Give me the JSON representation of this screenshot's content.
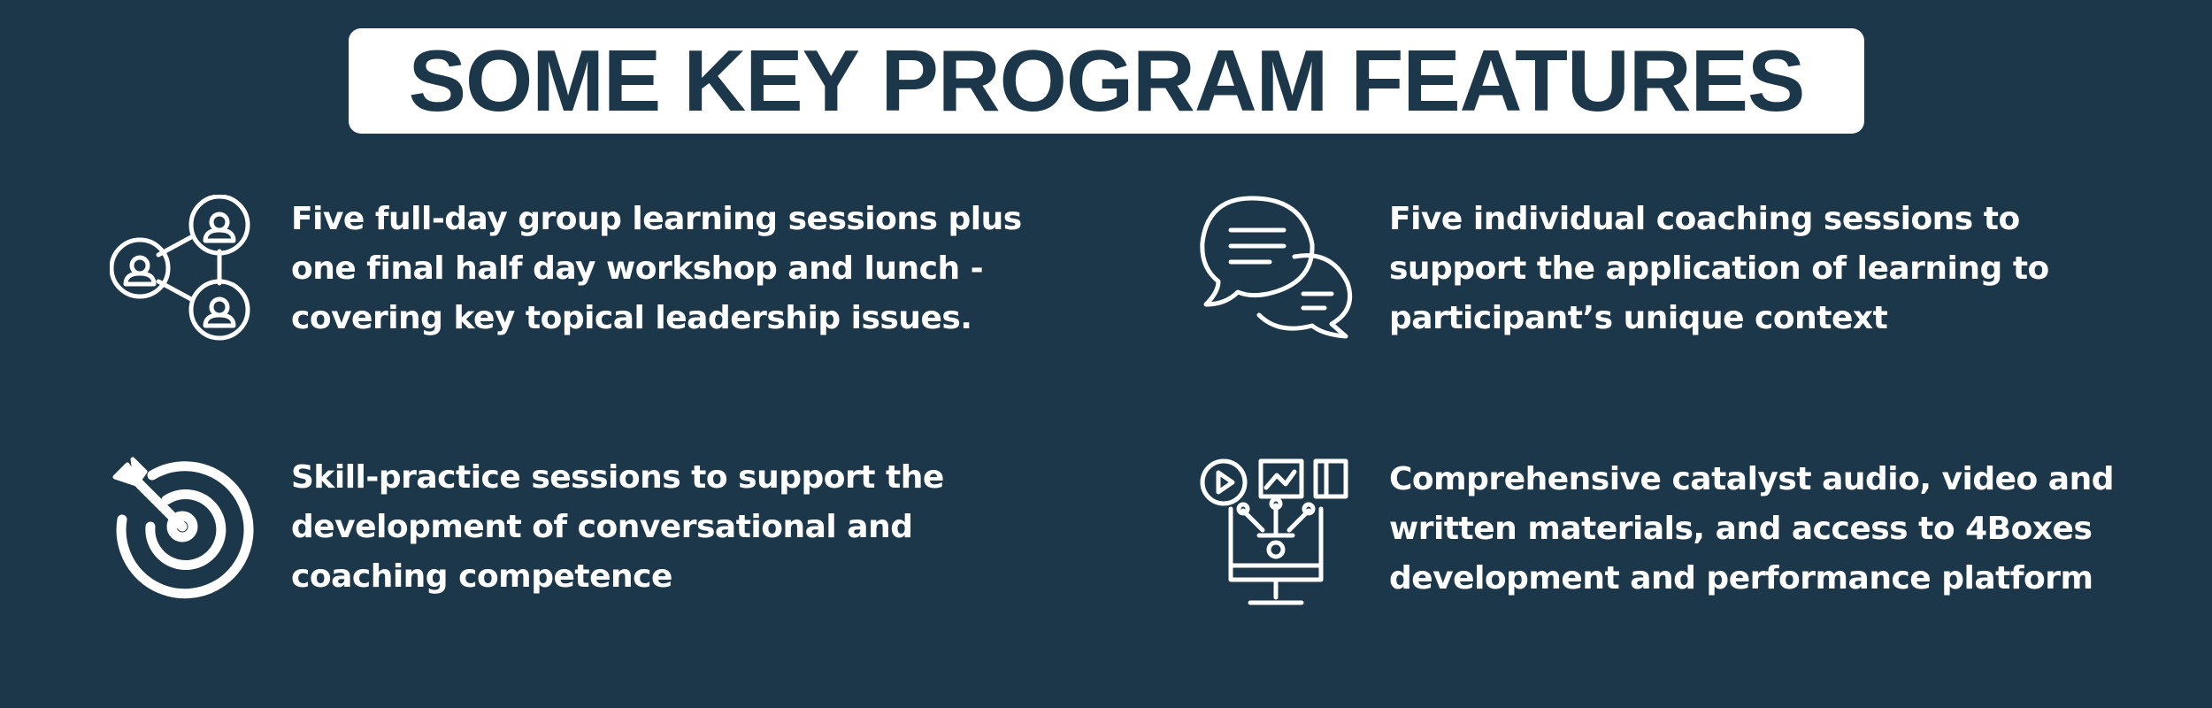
{
  "title": "SOME KEY PROGRAM FEATURES",
  "colors": {
    "background": "#1c3749",
    "title_box": "#ffffff",
    "title_text": "#1c3749",
    "text": "#ffffff"
  },
  "features": [
    {
      "icon": "network-people-icon",
      "lines": [
        "Five full-day group learning sessions plus",
        "one final half day workshop and lunch -",
        "covering key topical leadership issues."
      ]
    },
    {
      "icon": "chat-bubbles-icon",
      "lines": [
        "Five individual coaching sessions to",
        "support the application of learning to",
        "participant’s unique context"
      ]
    },
    {
      "icon": "target-dart-icon",
      "lines": [
        "Skill-practice sessions to support the",
        "development of conversational and",
        "coaching competence"
      ]
    },
    {
      "icon": "media-computer-icon",
      "lines": [
        "Comprehensive catalyst audio, video and",
        "written materials, and access to 4Boxes",
        "development and performance platform"
      ]
    }
  ]
}
